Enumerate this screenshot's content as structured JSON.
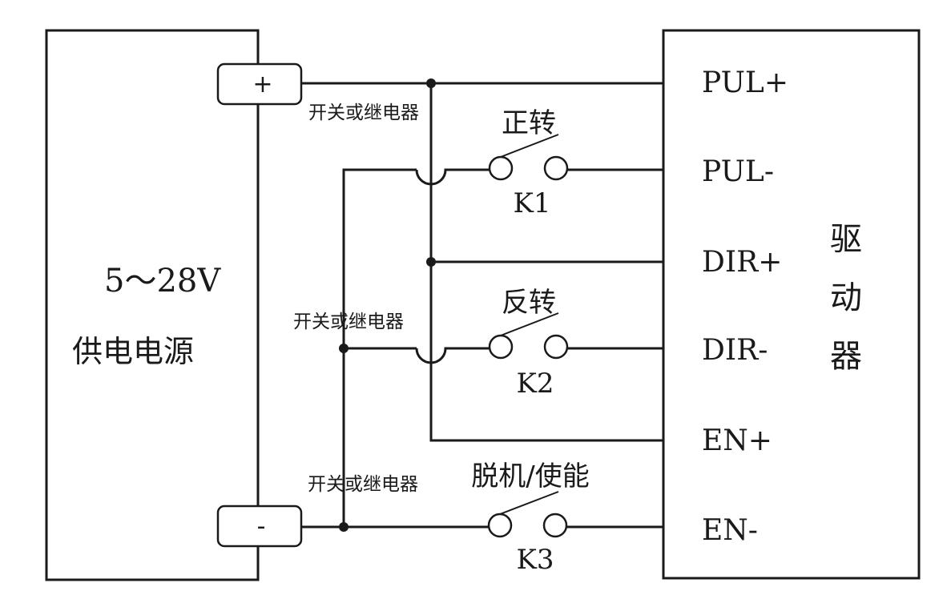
{
  "power_supply": {
    "voltage": "5～28V",
    "label": "供电电源",
    "positive_terminal": "+",
    "negative_terminal": "-"
  },
  "driver": {
    "label_chars": [
      "驱",
      "动",
      "器"
    ],
    "pins": [
      "PUL+",
      "PUL-",
      "DIR+",
      "DIR-",
      "EN+",
      "EN-"
    ]
  },
  "switches": [
    {
      "function": "正转",
      "id": "K1"
    },
    {
      "function": "反转",
      "id": "K2"
    },
    {
      "function": "脱机/使能",
      "id": "K3"
    }
  ],
  "relay_labels": [
    "开关或继电器",
    "开关或继电器",
    "开关或继电器"
  ]
}
